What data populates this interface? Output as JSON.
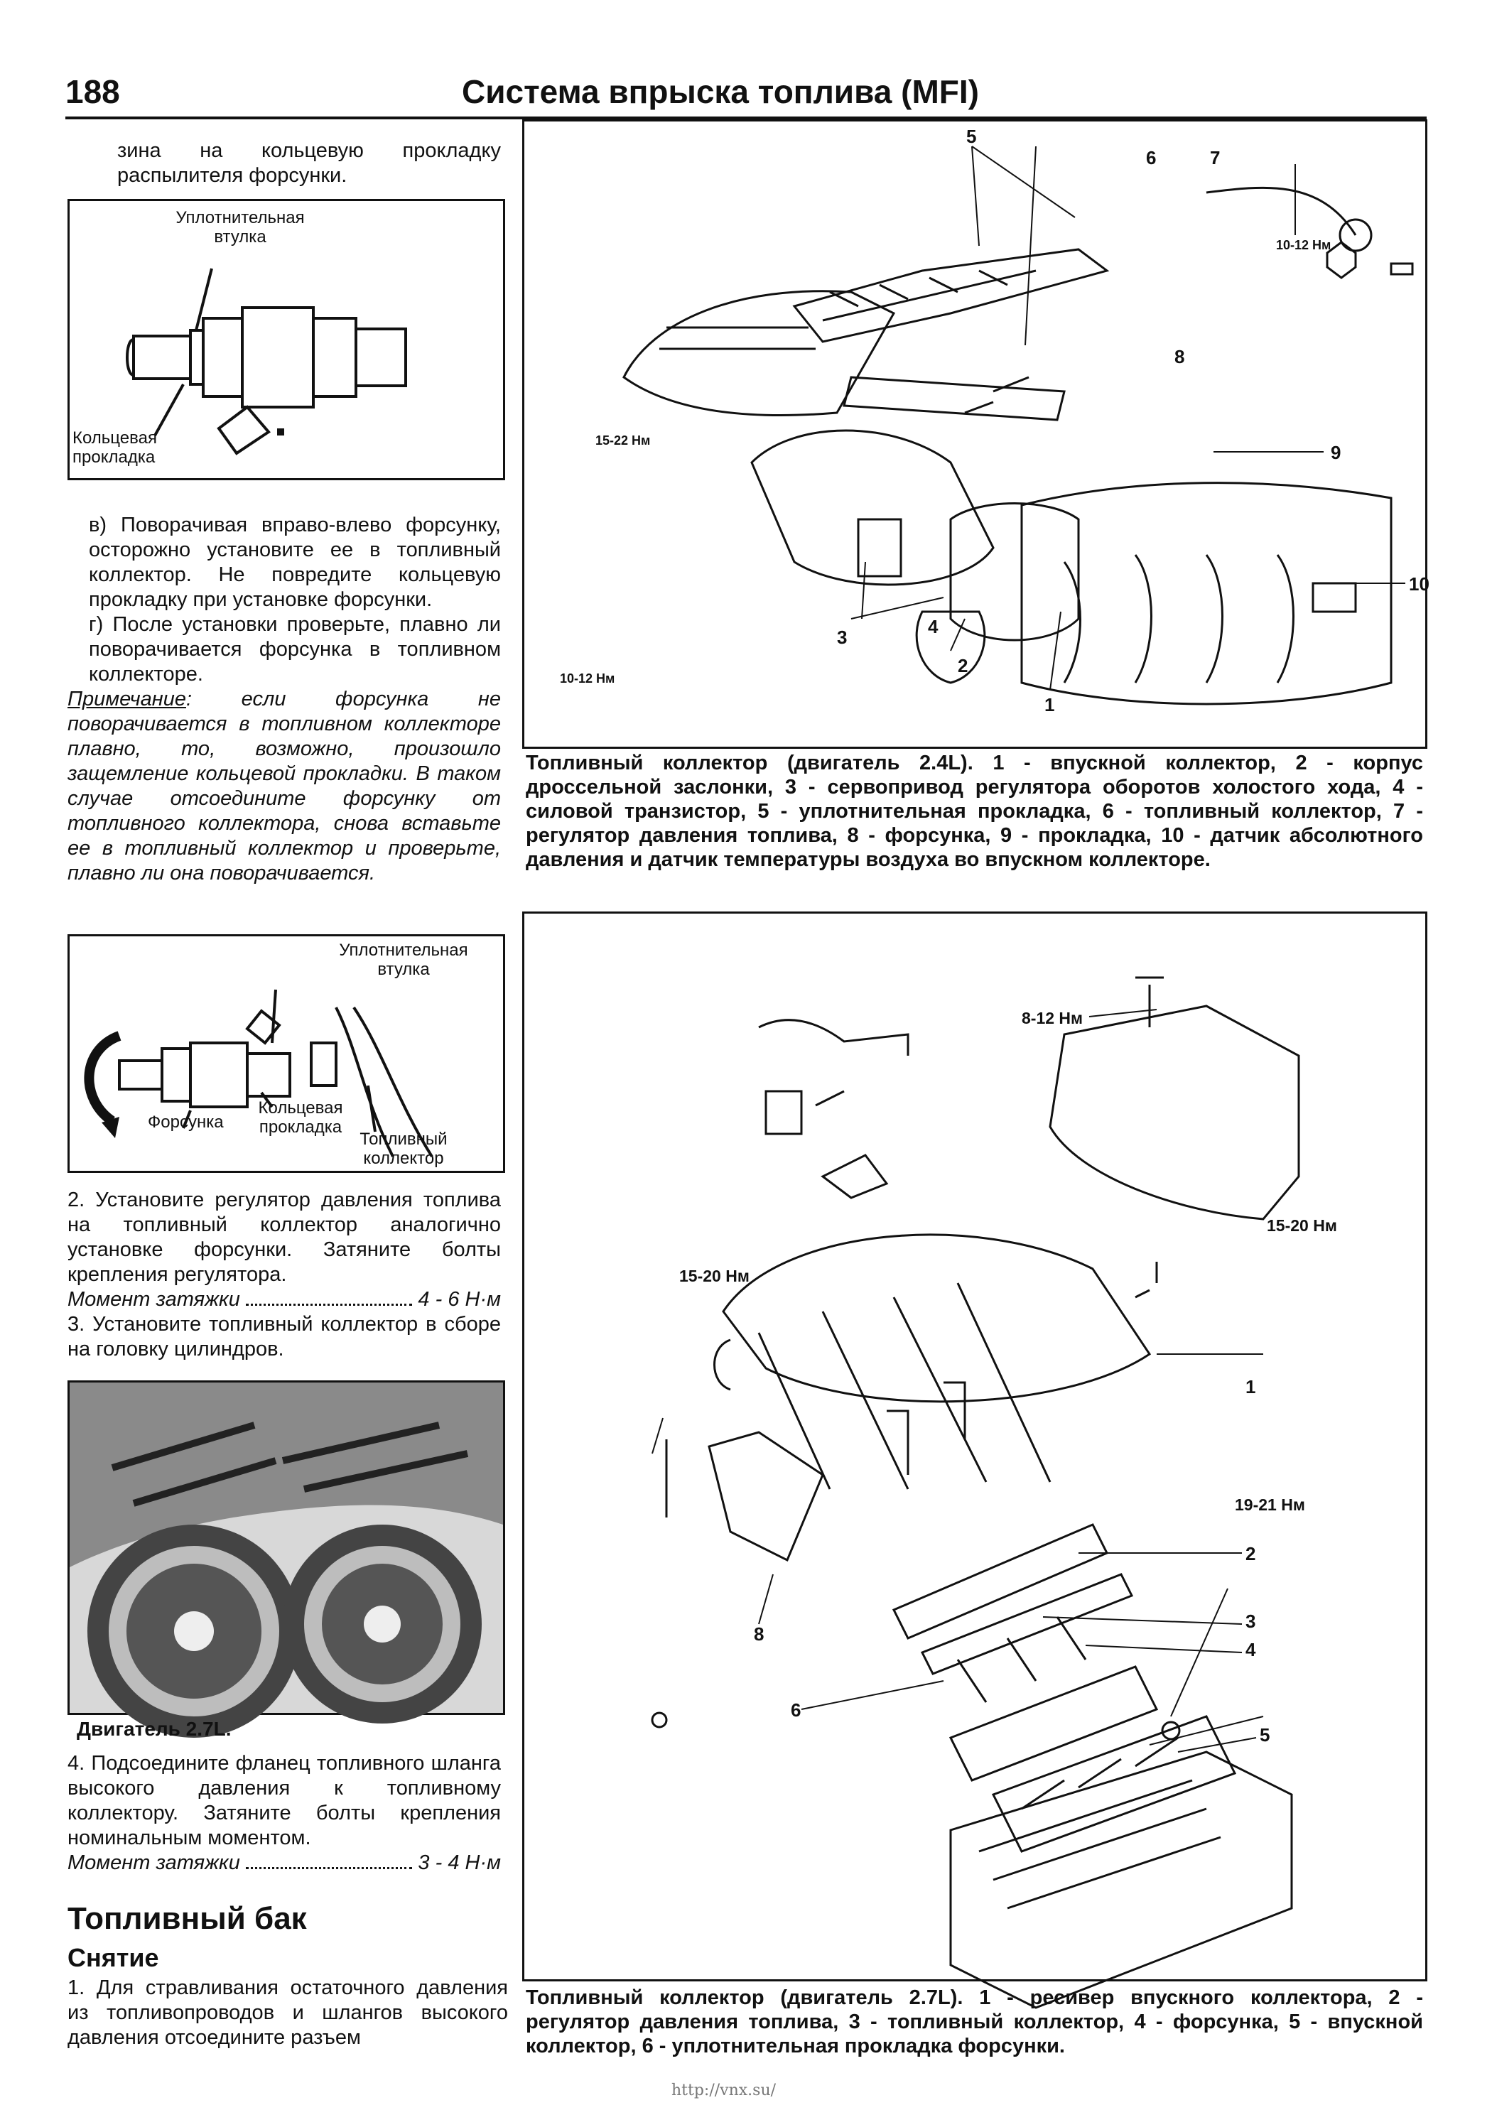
{
  "header": {
    "page_number": "188",
    "title": "Система впрыска топлива (MFI)"
  },
  "left": {
    "intro": "зина на кольцевую прокладку распылителя форсунки.",
    "fig1": {
      "label_top": "Уплотнительная втулка",
      "label_bottom": "Кольцевая прокладка"
    },
    "step_v": "в) Поворачивая вправо-влево форсунку, осторожно установите ее в топливный коллектор. Не повредите кольцевую прокладку при установке форсунки.",
    "step_g": "г) После установки проверьте, плавно ли поворачивается форсунка в топливном коллекторе.",
    "note_label": "Примечание",
    "note_text": ": если форсунка не поворачивается в топливном коллекторе плавно, то, возможно, произошло защемление кольцевой прокладки. В таком случае отсоедините форсунку от топливного коллектора, снова вставьте ее в топливный коллектор и проверьте, плавно ли она поворачивается.",
    "fig2": {
      "label_seal": "Уплотнительная втулка",
      "label_injector": "Форсунка",
      "label_oring": "Кольцевая прокладка",
      "label_rail": "Топливный коллектор"
    },
    "step2": "2. Установите регулятор давления топлива на топливный коллектор аналогично установке форсунки. Затяните болты крепления регулятора.",
    "torque1_label": "Момент затяжки",
    "torque1_value": "4 - 6 Н·м",
    "step3": "3. Установите топливный коллектор в сборе на головку цилиндров.",
    "fig3_caption": "Двигатель 2.7L.",
    "step4": "4. Подсоедините фланец топливного шланга высокого давления к топливному коллектору. Затяните болты крепления номинальным моментом.",
    "torque2_label": "Момент затяжки",
    "torque2_value": "3 - 4 Н·м",
    "section_title": "Топливный бак",
    "subsection_title": "Снятие",
    "step_removal1": "1. Для стравливания остаточного давления из топливопроводов и шлангов высокого давления отсоедините разъем"
  },
  "right": {
    "fig_top": {
      "callouts": [
        "1",
        "2",
        "3",
        "4",
        "5",
        "6",
        "7",
        "8",
        "9",
        "10"
      ],
      "torque_a": "10-12 Нм",
      "torque_b": "15-22 Нм",
      "torque_c": "10-12 Нм"
    },
    "caption_top": "Топливный коллектор (двигатель 2.4L). 1 - впускной коллектор, 2 - корпус дроссельной заслонки, 3 - сервопривод регулятора оборотов холостого хода, 4 - силовой транзистор, 5 - уплотнительная прокладка, 6 - топливный коллектор, 7 - регулятор давления топлива, 8 - форсунка, 9 - прокладка, 10 - датчик абсолютного давления и датчик температуры воздуха во впускном коллекторе.",
    "fig_bottom": {
      "callouts": [
        "1",
        "2",
        "3",
        "4",
        "5",
        "6",
        "8"
      ],
      "torque_a": "8-12 Нм",
      "torque_b": "15-20 Нм",
      "torque_c": "15-20 Нм",
      "torque_d": "19-21 Нм"
    },
    "caption_bottom": "Топливный коллектор (двигатель 2.7L). 1 - ресивер впускного коллектора, 2 - регулятор давления топлива, 3 - топливный коллектор, 4 - форсунка, 5 - впускной коллектор, 6 - уплотнительная прокладка форсунки."
  },
  "footer": {
    "url": "http://vnx.su/"
  }
}
